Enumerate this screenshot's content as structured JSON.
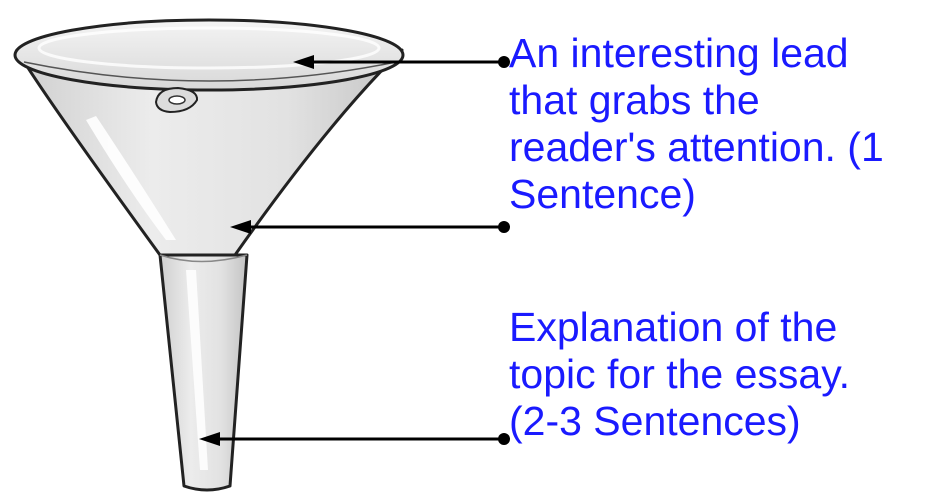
{
  "annotations": [
    {
      "lines": [
        "An interesting lead",
        "that grabs the",
        "reader's attention. (1",
        "Sentence)"
      ]
    },
    {
      "lines": [
        "Explanation of the",
        "topic for the essay.",
        "(2-3 Sentences)"
      ]
    }
  ],
  "colors": {
    "label_text": "#1a1aff",
    "arrow": "#000000",
    "funnel_fill": "#e6e6e6",
    "funnel_outline": "#222222",
    "highlight": "#ffffff"
  },
  "icons": {
    "funnel": "funnel-icon",
    "arrow": "arrow-icon"
  }
}
